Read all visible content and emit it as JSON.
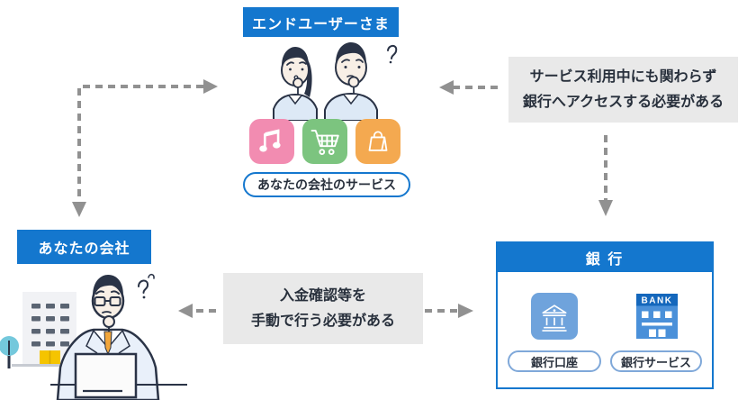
{
  "diagram": {
    "end_user": {
      "label": "エンドユーザーさま"
    },
    "company": {
      "label": "あなたの会社"
    },
    "company_service": {
      "label": "あなたの会社のサービス"
    },
    "bank": {
      "title": "銀 行",
      "sign_text": "BANK",
      "account_label": "銀行口座",
      "service_label": "銀行サービス"
    },
    "callouts": {
      "bank_access": {
        "line1": "サービス利用中にも関わらず",
        "line2": "銀行へアクセスする必要がある"
      },
      "manual_work": {
        "line1": "入金確認等を",
        "line2": "手動で行う必要がある"
      }
    },
    "icons": {
      "service": [
        "music-note-icon",
        "shopping-cart-icon",
        "shopping-bag-icon"
      ],
      "bank": [
        "bank-columns-icon",
        "bank-storefront-icon"
      ],
      "illustrations": [
        "worried-end-users",
        "worried-businessman",
        "office-building",
        "tree",
        "laptop"
      ]
    },
    "colors": {
      "primary_blue": "#1477CE",
      "callout_gray": "#E9E9E9",
      "arrow_gray": "#919191",
      "text_dark": "#28303C",
      "icon_pink": "#F28CB1",
      "icon_green": "#7CC47F",
      "icon_orange": "#F4A950",
      "bank_tile_blue": "#6FA3DC",
      "bank_front_blue": "#4A90D9",
      "bank_front_header": "#1467BC",
      "bank_pill_border": "#7FA8D9"
    }
  }
}
